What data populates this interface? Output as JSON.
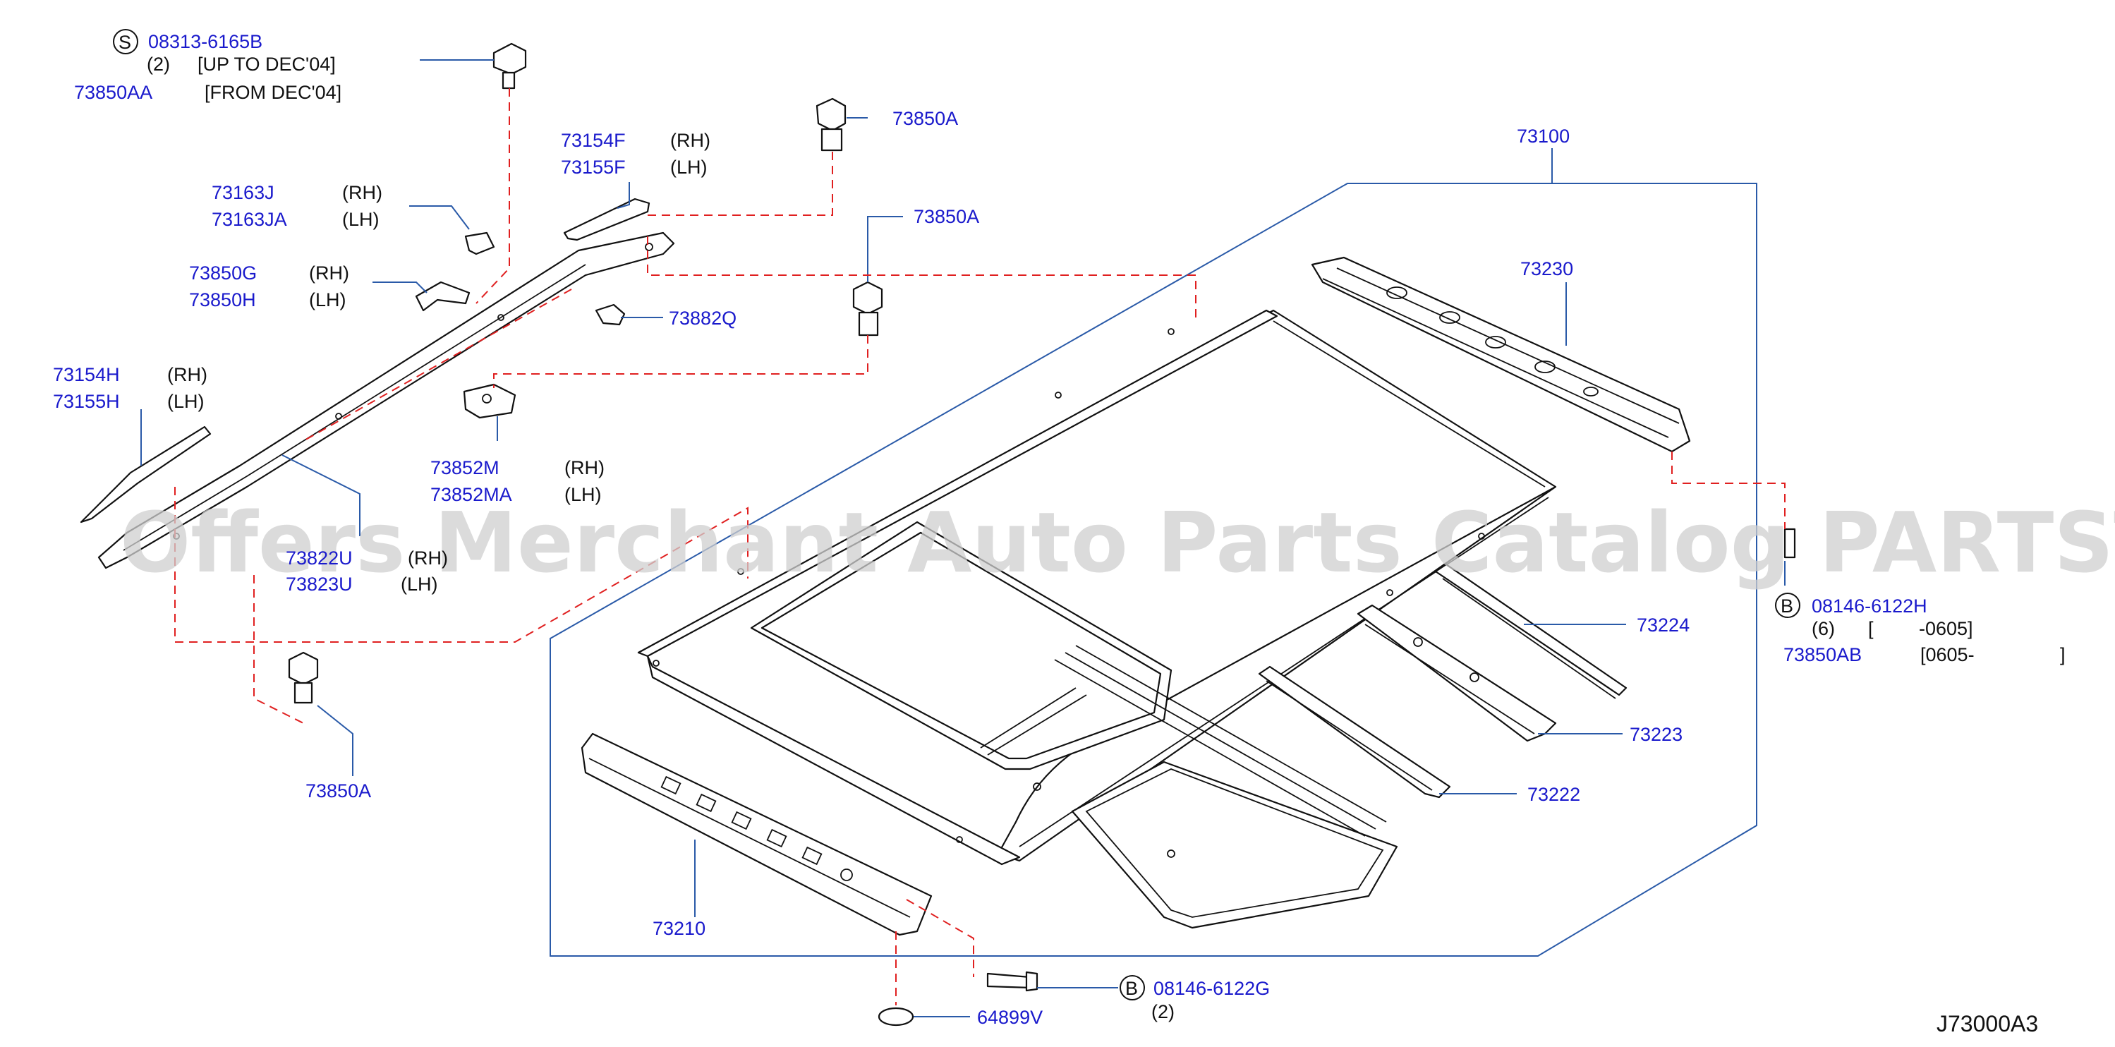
{
  "callouts": {
    "c08313": {
      "code": "S",
      "part": "08313-6165B",
      "qty": "(2)",
      "note": "[UP   TO   DEC'04]"
    },
    "c73850AA": {
      "part": "73850AA",
      "note": "[FROM   DEC'04]"
    },
    "c73850A_1": {
      "part": "73850A"
    },
    "c73154F": {
      "part": "73154F",
      "side": "(RH)"
    },
    "c73155F": {
      "part": "73155F",
      "side": "(LH)"
    },
    "c73163J": {
      "part": "73163J",
      "side": "(RH)"
    },
    "c73163JA": {
      "part": "73163JA",
      "side": "(LH)"
    },
    "c73850A_2": {
      "part": "73850A"
    },
    "c73850G": {
      "part": "73850G",
      "side": "(RH)"
    },
    "c73850H": {
      "part": "73850H",
      "side": "(LH)"
    },
    "c73882Q": {
      "part": "73882Q"
    },
    "c73154H": {
      "part": "73154H",
      "side": "(RH)"
    },
    "c73155H": {
      "part": "73155H",
      "side": "(LH)"
    },
    "c73852M": {
      "part": "73852M",
      "side": "(RH)"
    },
    "c73852MA": {
      "part": "73852MA",
      "side": "(LH)"
    },
    "c73822U": {
      "part": "73822U",
      "side": "(RH)"
    },
    "c73823U": {
      "part": "73823U",
      "side": "(LH)"
    },
    "c73850A_3": {
      "part": "73850A"
    },
    "c73100": {
      "part": "73100"
    },
    "c73230": {
      "part": "73230"
    },
    "c08146H": {
      "code": "B",
      "part": "08146-6122H",
      "qty": "(6)",
      "note1": "[",
      "note2": "-0605]"
    },
    "c73850AB": {
      "part": "73850AB",
      "note1": "[0605-",
      "note2": "]"
    },
    "c73224": {
      "part": "73224"
    },
    "c73223": {
      "part": "73223"
    },
    "c73222": {
      "part": "73222"
    },
    "c73210": {
      "part": "73210"
    },
    "c08146G": {
      "code": "B",
      "part": "08146-6122G",
      "qty": "(2)"
    },
    "c64899V": {
      "part": "64899V"
    }
  },
  "diagram_code": "J73000A3",
  "watermark": "Offers Merchant Auto Parts Catalog PARTSTORE.SA",
  "colors": {
    "part_number": "#1a1acc",
    "leader": "#2a5aa8",
    "dashed": "#e02020",
    "watermark": "#cfcfcf"
  }
}
